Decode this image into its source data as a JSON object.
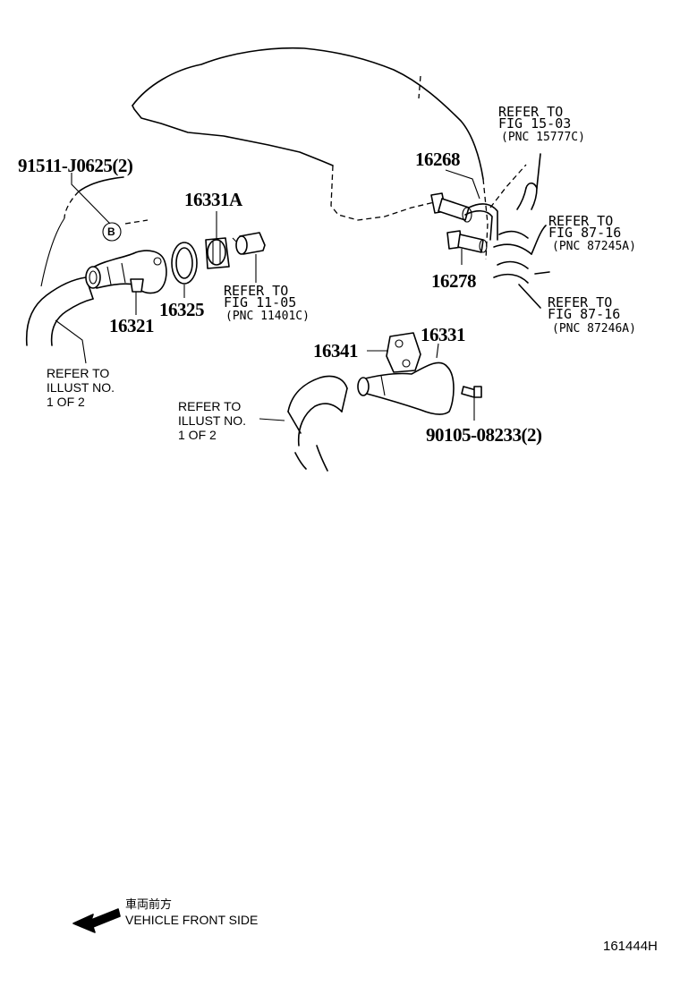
{
  "callouts": {
    "p_91511": "91511-J0625(2)",
    "p_16331A": "16331A",
    "p_16321": "16321",
    "p_16325": "16325",
    "p_16268": "16268",
    "p_16278": "16278",
    "p_16341": "16341",
    "p_16331": "16331",
    "p_90105": "90105-08233(2)",
    "ref_b": "B"
  },
  "refs": {
    "fig_1503": {
      "line1": "REFER TO",
      "line2": "FIG 15-03",
      "line3": "(PNC 15777C)"
    },
    "fig_1105": {
      "line1": "REFER TO",
      "line2": "FIG 11-05",
      "line3": "(PNC 11401C)"
    },
    "fig_8716a": {
      "line1": "REFER TO",
      "line2": "FIG 87-16",
      "line3": "(PNC 87245A)"
    },
    "fig_8716b": {
      "line1": "REFER TO",
      "line2": "FIG 87-16",
      "line3": "(PNC 87246A)"
    },
    "illust_left": {
      "line1": "REFER TO",
      "line2": "ILLUST NO.",
      "line3": "1 OF 2"
    },
    "illust_mid": {
      "line1": "REFER TO",
      "line2": "ILLUST NO.",
      "line3": "1 OF 2"
    }
  },
  "direction": {
    "japanese": "車両前方",
    "english": "VEHICLE FRONT SIDE"
  },
  "figure_id": "161444H"
}
